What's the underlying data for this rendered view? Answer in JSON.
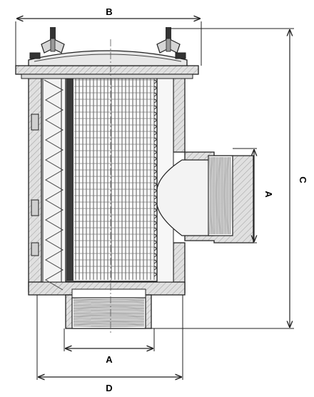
{
  "dimensions": {
    "top_width_label": "B",
    "height_label": "C",
    "side_port_label": "A",
    "bottom_port_label": "A",
    "base_width_label": "D"
  },
  "colors": {
    "background": "#ffffff",
    "body_fill": "#e0e0e0",
    "cavity_fill": "#f3f3f3",
    "line": "#222222",
    "thread": "#555555"
  }
}
